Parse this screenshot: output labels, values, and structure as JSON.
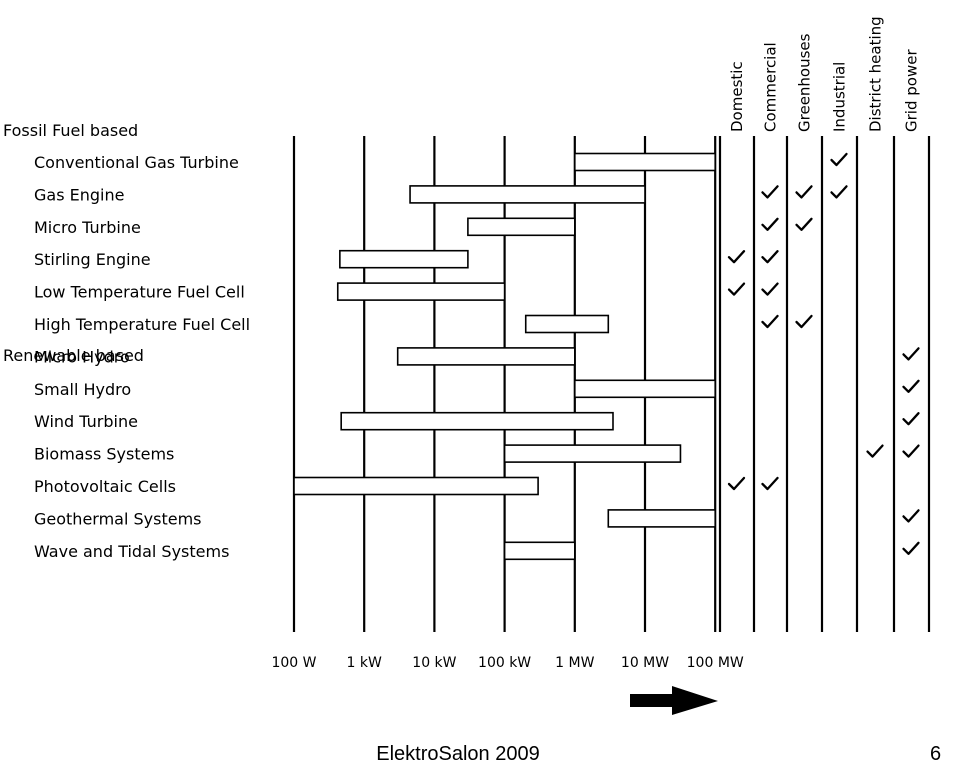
{
  "chart_data": {
    "type": "bar",
    "scale": "log",
    "x_ticks": [
      "100 W",
      "1 kW",
      "10 kW",
      "100 kW",
      "1 MW",
      "10 MW",
      "100 MW"
    ],
    "x_tick_values_watts": [
      100,
      1000,
      10000,
      100000,
      1000000,
      10000000,
      100000000
    ],
    "groups": [
      {
        "label": "Fossil Fuel based",
        "rows": [
          {
            "name": "Conventional Gas Turbine",
            "range_watts": [
              1000000,
              100000000
            ],
            "checks": {
              "Domestic": false,
              "Commercial": false,
              "Greenhouses": false,
              "Industrial": true,
              "District heating": false,
              "Grid power": false
            }
          },
          {
            "name": "Gas Engine",
            "range_watts": [
              4500,
              10000000
            ],
            "checks": {
              "Domestic": false,
              "Commercial": true,
              "Greenhouses": true,
              "Industrial": true,
              "District heating": false,
              "Grid power": false
            }
          },
          {
            "name": "Micro Turbine",
            "range_watts": [
              30000,
              1000000
            ],
            "checks": {
              "Domestic": false,
              "Commercial": true,
              "Greenhouses": true,
              "Industrial": false,
              "District heating": false,
              "Grid power": false
            }
          },
          {
            "name": "Stirling Engine",
            "range_watts": [
              450,
              30000
            ],
            "checks": {
              "Domestic": true,
              "Commercial": true,
              "Greenhouses": false,
              "Industrial": false,
              "District heating": false,
              "Grid power": false
            }
          },
          {
            "name": "Low Temperature Fuel Cell",
            "range_watts": [
              420,
              100000
            ],
            "checks": {
              "Domestic": true,
              "Commercial": true,
              "Greenhouses": false,
              "Industrial": false,
              "District heating": false,
              "Grid power": false
            }
          },
          {
            "name": "High Temperature Fuel Cell",
            "range_watts": [
              200000,
              3000000
            ],
            "checks": {
              "Domestic": false,
              "Commercial": true,
              "Greenhouses": true,
              "Industrial": false,
              "District heating": false,
              "Grid power": false
            }
          }
        ]
      },
      {
        "label": "Renewable based",
        "rows": [
          {
            "name": "Micro Hydro",
            "range_watts": [
              3000,
              1000000
            ],
            "checks": {
              "Domestic": false,
              "Commercial": false,
              "Greenhouses": false,
              "Industrial": false,
              "District heating": false,
              "Grid power": true
            }
          },
          {
            "name": "Small Hydro",
            "range_watts": [
              1000000,
              100000000
            ],
            "checks": {
              "Domestic": false,
              "Commercial": false,
              "Greenhouses": false,
              "Industrial": false,
              "District heating": false,
              "Grid power": true
            }
          },
          {
            "name": "Wind Turbine",
            "range_watts": [
              470,
              3500000
            ],
            "checks": {
              "Domestic": false,
              "Commercial": false,
              "Greenhouses": false,
              "Industrial": false,
              "District heating": false,
              "Grid power": true
            }
          },
          {
            "name": "Biomass Systems",
            "range_watts": [
              100000,
              32000000
            ],
            "checks": {
              "Domestic": false,
              "Commercial": false,
              "Greenhouses": false,
              "Industrial": false,
              "District heating": true,
              "Grid power": true
            }
          },
          {
            "name": "Photovoltaic Cells",
            "range_watts": [
              100,
              300000
            ],
            "checks": {
              "Domestic": true,
              "Commercial": true,
              "Greenhouses": false,
              "Industrial": false,
              "District heating": false,
              "Grid power": false
            }
          },
          {
            "name": "Geothermal Systems",
            "range_watts": [
              3000000,
              100000000
            ],
            "checks": {
              "Domestic": false,
              "Commercial": false,
              "Greenhouses": false,
              "Industrial": false,
              "District heating": false,
              "Grid power": true
            }
          },
          {
            "name": "Wave and Tidal Systems",
            "range_watts": [
              100000,
              1000000
            ],
            "checks": {
              "Domestic": false,
              "Commercial": false,
              "Greenhouses": false,
              "Industrial": false,
              "District heating": false,
              "Grid power": true
            }
          }
        ]
      }
    ],
    "application_columns": [
      "Domestic",
      "Commercial",
      "Greenhouses",
      "Industrial",
      "District heating",
      "Grid power"
    ],
    "direction_arrow": "right",
    "grid": true
  },
  "footer": {
    "title": "ElektroSalon 2009",
    "page": "6"
  }
}
